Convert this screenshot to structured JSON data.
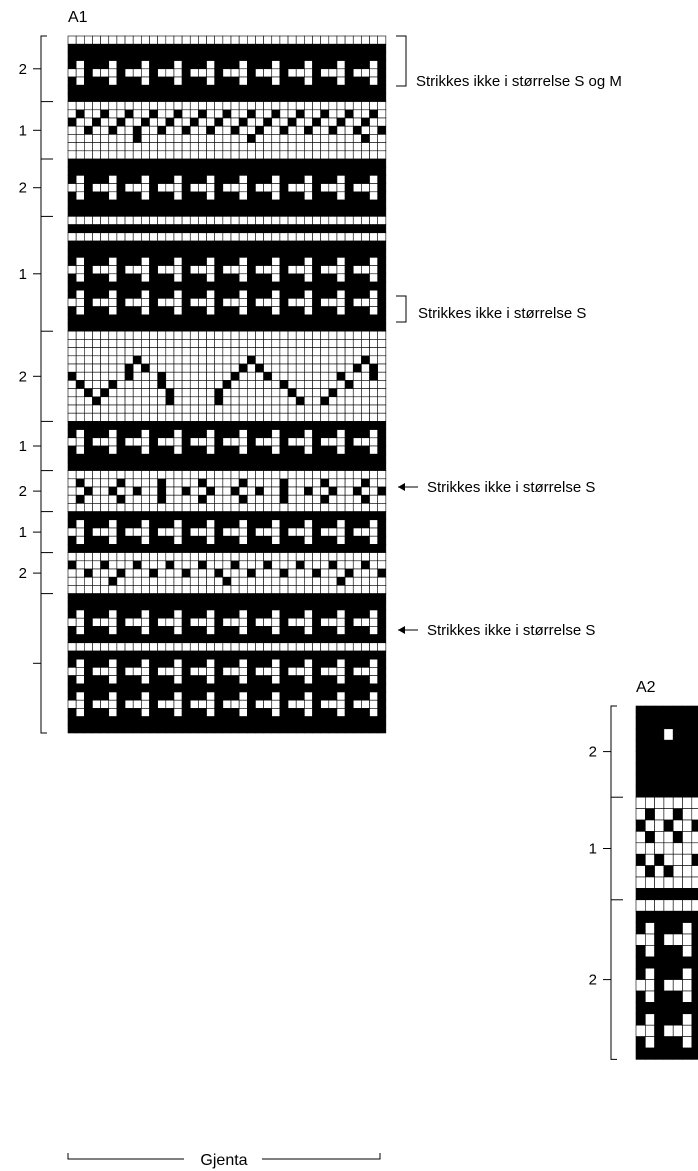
{
  "chart_a1": {
    "title": "A1",
    "color_numbers": [
      "2",
      "1",
      "2",
      "1",
      "2",
      "1",
      "2",
      "1",
      "2"
    ],
    "notes": {
      "size_s_m": "Strikkes ikke i størrelse S og M",
      "size_s_bracket": "Strikkes ikke i størrelse S",
      "size_s_arrow_top": "Strikkes ikke i størrelse S",
      "size_s_arrow_bottom": "Strikkes ikke i størrelse S"
    },
    "repeat_label": "Gjenta",
    "rows": [
      [
        "ooooooooooooooooooooooooooooooooooooooo",
        "AAAAAAAAAAAAAAAAAAAAAAAAAAAAAAAAAAAAAAA",
        "AAAAAAAAAAAAAAAAAAAAAAAAAAAAAAAAAAAAAAA",
        "AoAAAoAAAoAAAoAAAoAAAoAAAoAAAoAAAoAAAoA",
        "ooAoooAoooAoooAoooAoooAoooAoooAoooAoooA",
        "AoAAAoAAAoAAAoAAAoAAAoAAAoAAAoAAAoAAAoA",
        "AAAAAAAAAAAAAAAAAAAAAAAAAAAAAAAAAAAAAAA",
        "AAAAAAAAAAAAAAAAAAAAAAAAAAAAAAAAAAAAAAA"
      ],
      [
        "ooooooooooooooooooooooooooooooooooooooo",
        "oAooAooAooAooAooAooAooAooAooAooAooAooAo",
        "AooAooAooAooAooAooAooAooAooAooAooAooAoo",
        "ooAooAooAooAooAooAooAooAooAooAooAooAooA",
        "ooooooooAoooooooooooooAoooooooooooooAoo",
        "ooooooooooooooooooooooooooooooooooooooo",
        "ooooooooooooooooooooooooooooooooooooooo"
      ],
      [
        "AAAAAAAAAAAAAAAAAAAAAAAAAAAAAAAAAAAAAAA",
        "AAAAAAAAAAAAAAAAAAAAAAAAAAAAAAAAAAAAAAA",
        "AoAAAoAAAoAAAoAAAoAAAoAAAoAAAoAAAoAAAoA",
        "ooAoooAoooAoooAoooAoooAoooAoooAoooAoooA",
        "AoAAAoAAAoAAAoAAAoAAAoAAAoAAAoAAAoAAAoA",
        "AAAAAAAAAAAAAAAAAAAAAAAAAAAAAAAAAAAAAAA",
        "AAAAAAAAAAAAAAAAAAAAAAAAAAAAAAAAAAAAAAA"
      ],
      [
        "ooooooooooooooooooooooooooooooooooooooo",
        "AAAAAAAAAAAAAAAAAAAAAAAAAAAAAAAAAAAAAAA",
        "ooooooooooooooooooooooooooooooooooooooo",
        "AAAAAAAAAAAAAAAAAAAAAAAAAAAAAAAAAAAAAAA",
        "AAAAAAAAAAAAAAAAAAAAAAAAAAAAAAAAAAAAAAA",
        "AoAAAoAAAoAAAoAAAoAAAoAAAoAAAoAAAoAAAoA",
        "ooAoooAoooAoooAoooAoooAoooAoooAoooAoooA",
        "AoAAAoAAAoAAAoAAAoAAAoAAAoAAAoAAAoAAAoA",
        "AAAAAAAAAAAAAAAAAAAAAAAAAAAAAAAAAAAAAAA",
        "AoAAAoAAAoAAAoAAAoAAAoAAAoAAAoAAAoAAAoA",
        "ooAoooAoooAoooAoooAoooAoooAoooAoooAoooA",
        "AoAAAoAAAoAAAoAAAoAAAoAAAoAAAoAAAoAAAoA",
        "AAAAAAAAAAAAAAAAAAAAAAAAAAAAAAAAAAAAAAA",
        "AAAAAAAAAAAAAAAAAAAAAAAAAAAAAAAAAAAAAAA"
      ],
      [
        "ooooooooooooooooooooooooooooooooooooooo",
        "ooooooooooooooooooooooooooooooooooooooo",
        "ooooooooooooooooooooooooooooooooooooooo",
        "ooooooooAoooooooooooooAoooooooooooooAoo",
        "oooooooAoAoooooooooooAoAoooooooooooAoAo",
        "AooooooAoooAooooooooAoooAooooooooAoooAo",
        "oAoooAoooooAoooooooAooooooAoooooooAoooo",
        "ooAoAoooooooAoooooAooooooooAooooAoooooo",
        "oooAooooooooAoooooAoooooooooAooAooooooo",
        "ooooooooooooooooooooooooooooooooooooooo",
        "ooooooooooooooooooooooooooooooooooooooo"
      ],
      [
        "AAAAAAAAAAAAAAAAAAAAAAAAAAAAAAAAAAAAAAA",
        "AoAAAoAAAoAAAoAAAoAAAoAAAoAAAoAAAoAAAoA",
        "ooAoooAoooAoooAoooAoooAoooAoooAoooAoooA",
        "AoAAAoAAAoAAAoAAAoAAAoAAAoAAAoAAAoAAAoA",
        "AAAAAAAAAAAAAAAAAAAAAAAAAAAAAAAAAAAAAAA",
        "AAAAAAAAAAAAAAAAAAAAAAAAAAAAAAAAAAAAAAA"
      ],
      [
        "ooooooooooooooooooooooooooooooooooooooo",
        "oAooooAooooAooooAooooAooooAooooAooooAoo",
        "ooAooAooAooAooAooAooAooAooAooAooAooAooA",
        "oAooooAooooAooooAooooAooooAooooAooooAoo",
        "ooooooooooooooooooooooooooooooooooooooo"
      ],
      [
        "AAAAAAAAAAAAAAAAAAAAAAAAAAAAAAAAAAAAAAA",
        "AoAAAoAAAoAAAoAAAoAAAoAAAoAAAoAAAoAAAoA",
        "ooAoooAoooAoooAoooAoooAoooAoooAoooAoooA",
        "AoAAAoAAAoAAAoAAAoAAAoAAAoAAAoAAAoAAAoA",
        "AAAAAAAAAAAAAAAAAAAAAAAAAAAAAAAAAAAAAAA"
      ],
      [
        "ooooooooooooooooooooooooooooooooooooooo",
        "AoooAoooAoooAoooAoooAoooAoooAoooAoooAoo",
        "ooAoooAoooAoooAoooAoooAoooAoooAoooAoooA",
        "oooooAoooooooooooooAoooooooooooooAooooo",
        "ooooooooooooooooooooooooooooooooooooooo"
      ],
      [
        "AAAAAAAAAAAAAAAAAAAAAAAAAAAAAAAAAAAAAAA",
        "AAAAAAAAAAAAAAAAAAAAAAAAAAAAAAAAAAAAAAA",
        "AoAAAoAAAoAAAoAAAoAAAoAAAoAAAoAAAoAAAoA",
        "ooAoooAoooAoooAoooAoooAoooAoooAoooAoooA",
        "AoAAAoAAAoAAAoAAAoAAAoAAAoAAAoAAAoAAAoA",
        "AAAAAAAAAAAAAAAAAAAAAAAAAAAAAAAAAAAAAAA",
        "ooooooooooooooooooooooooooooooooooooooo",
        "AAAAAAAAAAAAAAAAAAAAAAAAAAAAAAAAAAAAAAA",
        "AoAAAoAAAoAAAoAAAoAAAoAAAoAAAoAAAoAAAoA",
        "ooAoooAoooAoooAoooAoooAoooAoooAoooAoooA",
        "AoAAAoAAAoAAAoAAAoAAAoAAAoAAAoAAAoAAAoA",
        "AAAAAAAAAAAAAAAAAAAAAAAAAAAAAAAAAAAAAAA",
        "AoAAAoAAAoAAAoAAAoAAAoAAAoAAAoAAAoAAAoA",
        "ooAoooAoooAoooAoooAoooAoooAoooAoooAoooA",
        "AoAAAoAAAoAAAoAAAoAAAoAAAoAAAoAAAoAAAoA",
        "AAAAAAAAAAAAAAAAAAAAAAAAAAAAAAAAAAAAAAA",
        "AAAAAAAAAAAAAAAAAAAAAAAAAAAAAAAAAAAAAAA"
      ]
    ]
  },
  "chart_a2": {
    "title": "A2",
    "color_numbers": [
      "2",
      "1",
      "2"
    ],
    "rows": [
      [
        "AAAAAAA",
        "AAAAAAA",
        "AAAoAAA",
        "AAAAAAA",
        "AAAAAAA",
        "AAAAAAA",
        "AAAAAAA",
        "AAAAAAA"
      ],
      [
        "ooooooo",
        "oAooAoo",
        "AooAooA",
        "oAooAoo",
        "ooooooo",
        "AoAoooA",
        "oAoAooo",
        "ooooooo",
        "AAAAAAA"
      ],
      [
        "ooooooo",
        "AAAAAAA",
        "AoAAAoA",
        "ooAoooA",
        "AoAAAoA",
        "AAAAAAA",
        "AoAAAoA",
        "ooAoooA",
        "AoAAAoA",
        "AAAAAAA",
        "AoAAAoA",
        "ooAoooA",
        "AoAAAoA",
        "AAAAAAA"
      ]
    ]
  }
}
